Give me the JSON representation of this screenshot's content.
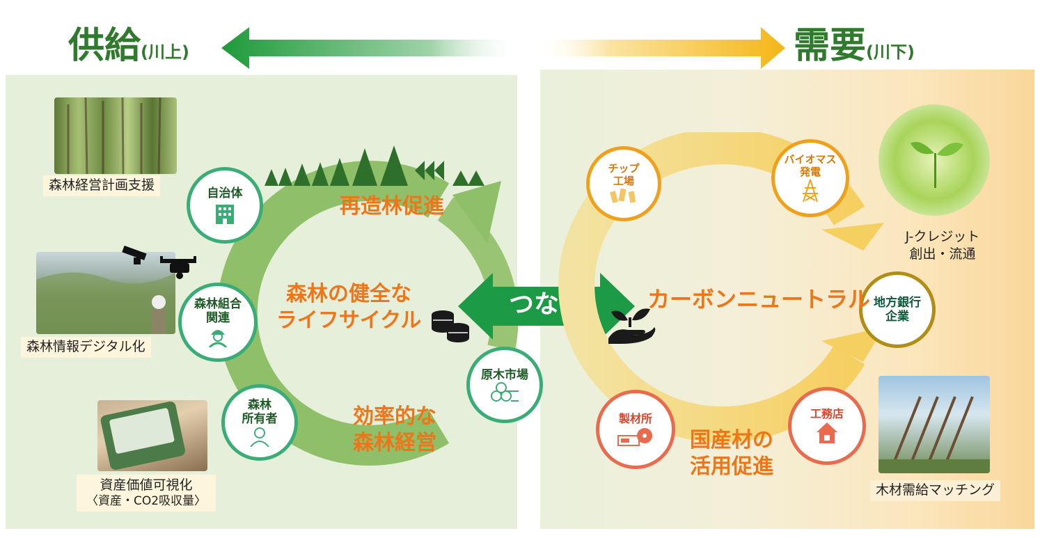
{
  "header": {
    "supply_title": "供給",
    "supply_sub": "(川上)",
    "demand_title": "需要",
    "demand_sub": "(川下)"
  },
  "left": {
    "captions": {
      "forest_plan": "森林経営計画支援",
      "digital": "森林情報デジタル化",
      "asset_line1": "資産価値可視化",
      "asset_line2": "〈資産・CO2吸収量〉"
    },
    "nodes": {
      "municipality": "自治体",
      "cooperative_line1": "森林組合",
      "cooperative_line2": "関連",
      "owner_line1": "森林",
      "owner_line2": "所有者",
      "log_market": "原木市場"
    },
    "labels": {
      "reforest": "再造林促進",
      "lifecycle_line1": "森林の健全な",
      "lifecycle_line2": "ライフサイクル",
      "efficient_line1": "効率的な",
      "efficient_line2": "森林経営"
    }
  },
  "center": {
    "connect": "つなぐ"
  },
  "right": {
    "nodes": {
      "chip_line1": "チップ",
      "chip_line2": "工場",
      "biomass_line1": "バイオマス",
      "biomass_line2": "発電",
      "bank_line1": "地方銀行",
      "bank_line2": "企業",
      "sawmill": "製材所",
      "builder": "工務店"
    },
    "labels": {
      "carbon": "カーボンニュートラル",
      "domestic_line1": "国産材の",
      "domestic_line2": "活用促進"
    },
    "captions": {
      "jcredit_line1": "J-クレジット",
      "jcredit_line2": "創出・流通",
      "matching": "木材需給マッチング"
    }
  },
  "colors": {
    "green_dark": "#2f7a2c",
    "green_ring": "#8fbf68",
    "green_node": "#3aad77",
    "orange_text": "#ee7518",
    "yellow_ring": "#f6d36c",
    "orange_node": "#f0a11b",
    "red_node": "#ea6a4e",
    "gold_node": "#b08d14"
  }
}
